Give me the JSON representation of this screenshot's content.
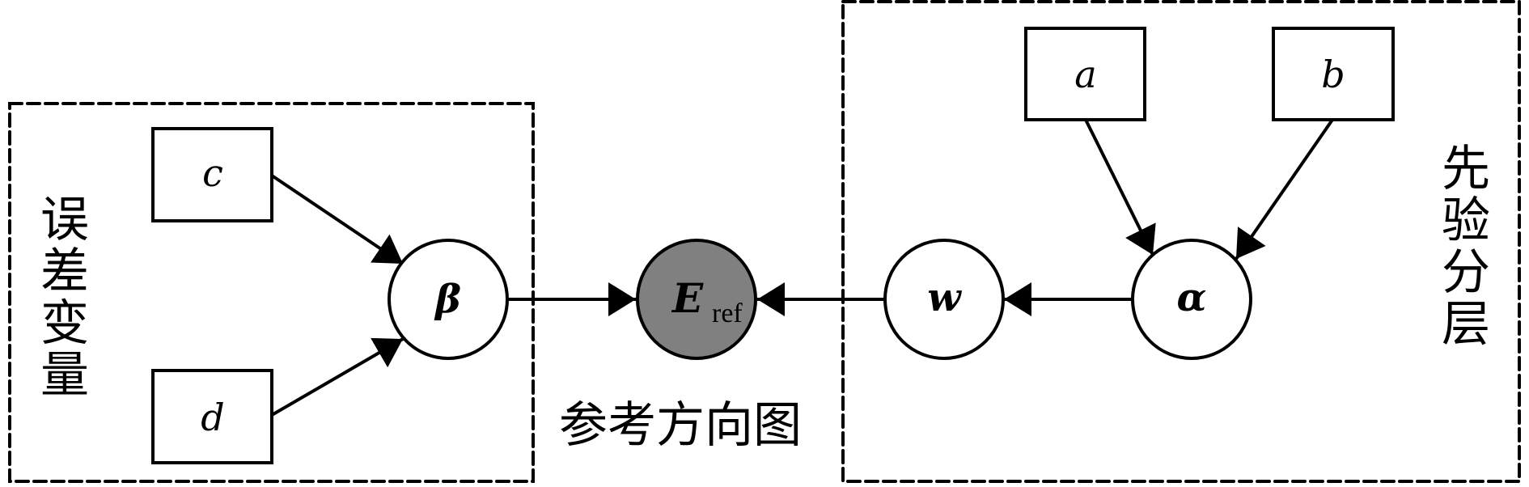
{
  "diagram": {
    "groups": {
      "error_variables": {
        "label_chars": [
          "误",
          "差",
          "变",
          "量"
        ],
        "label": "误差变量"
      },
      "prior_hierarchy": {
        "label_chars": [
          "先",
          "验",
          "分",
          "层"
        ],
        "label": "先验分层"
      }
    },
    "nodes": {
      "c": {
        "label": "c",
        "shape": "rect",
        "kind": "hyperparameter"
      },
      "d": {
        "label": "d",
        "shape": "rect",
        "kind": "hyperparameter"
      },
      "a": {
        "label": "a",
        "shape": "rect",
        "kind": "hyperparameter"
      },
      "b": {
        "label": "b",
        "shape": "rect",
        "kind": "hyperparameter"
      },
      "beta": {
        "label": "β",
        "shape": "circle",
        "kind": "latent"
      },
      "eref": {
        "label": "E",
        "subscript": "ref",
        "shape": "circle",
        "kind": "observed"
      },
      "w": {
        "label": "w",
        "shape": "circle",
        "kind": "latent"
      },
      "alpha": {
        "label": "α",
        "shape": "circle",
        "kind": "latent"
      }
    },
    "edges": [
      {
        "from": "c",
        "to": "beta"
      },
      {
        "from": "d",
        "to": "beta"
      },
      {
        "from": "beta",
        "to": "eref"
      },
      {
        "from": "w",
        "to": "eref"
      },
      {
        "from": "alpha",
        "to": "w"
      },
      {
        "from": "a",
        "to": "alpha"
      },
      {
        "from": "b",
        "to": "alpha"
      }
    ],
    "caption": "参考方向图",
    "colors": {
      "stroke": "#000000",
      "observed_fill": "#808080",
      "latent_fill": "#ffffff"
    }
  }
}
